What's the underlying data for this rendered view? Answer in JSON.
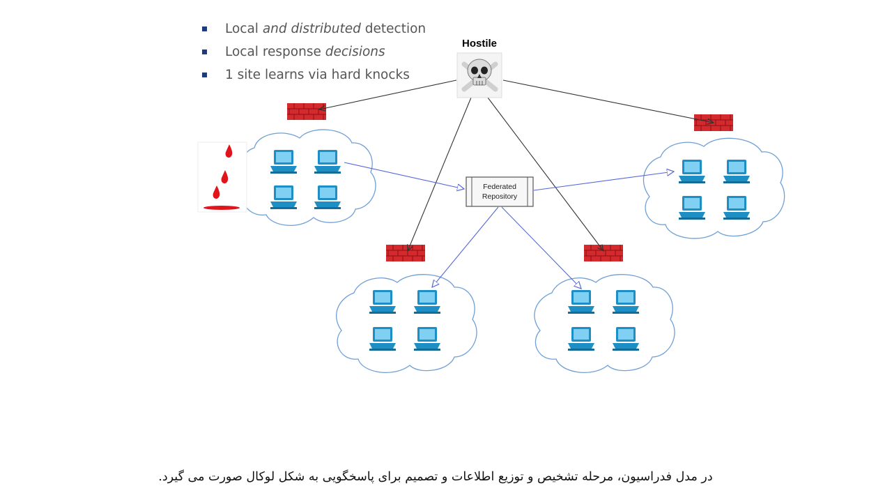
{
  "bullets": [
    {
      "segments": [
        {
          "text": "Local ",
          "italic": false
        },
        {
          "text": "and distributed",
          "italic": true
        },
        {
          "text": " detection",
          "italic": false
        }
      ]
    },
    {
      "segments": [
        {
          "text": "Local response ",
          "italic": false
        },
        {
          "text": "decisions",
          "italic": true
        }
      ]
    },
    {
      "segments": [
        {
          "text": "1 site learns via hard knocks",
          "italic": false
        }
      ]
    }
  ],
  "hostile": {
    "label": "Hostile",
    "icon": "skull-crossbones-icon"
  },
  "repository": {
    "line1": "Federated",
    "line2": "Repository"
  },
  "colors": {
    "cloud_stroke": "#6e9fd6",
    "computer": "#1d8fc4",
    "firewall": "#d42a2e",
    "attack_line": "#333333",
    "share_line": "#5566dd",
    "blood": "#e0141b"
  },
  "caption": "در مدل فدراسیون، مرحله تشخیص و توزیع اطلاعات و تصمیم برای پاسخگویی به شکل لوکال صورت می گیرد."
}
